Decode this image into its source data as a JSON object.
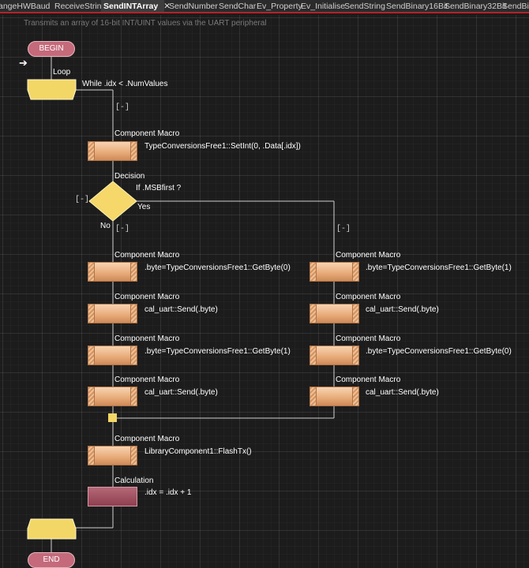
{
  "tabs": [
    {
      "label": "angeHWBaud",
      "active": false
    },
    {
      "label": "ReceiveString",
      "active": false
    },
    {
      "label": "SendINTArray",
      "active": true
    },
    {
      "label": "SendNumber",
      "active": false
    },
    {
      "label": "SendChar",
      "active": false
    },
    {
      "label": "Ev_Property",
      "active": false
    },
    {
      "label": "Ev_Initialise",
      "active": false
    },
    {
      "label": "SendString",
      "active": false
    },
    {
      "label": "SendBinary16Bit",
      "active": false
    },
    {
      "label": "SendBinary32Bit",
      "active": false
    },
    {
      "label": "SendBina",
      "active": false
    }
  ],
  "tab_close_glyph": "✕",
  "description": "Transmits an array of 16-bit INT/UINT values via the UART peripheral",
  "flow": {
    "begin": "BEGIN",
    "end": "END",
    "entry_arrow": "➔",
    "loop": {
      "type": "Loop",
      "condition": "While .idx < .NumValues"
    },
    "collapse_glyph": "[-]",
    "settint": {
      "type": "Component Macro",
      "text": "TypeConversionsFree1::SetInt(0, .Data[.idx])"
    },
    "decision": {
      "type": "Decision",
      "condition": "If .MSBfirst ?",
      "yes": "Yes",
      "no": "No"
    },
    "no_branch": [
      {
        "type": "Component Macro",
        "text": ".byte=TypeConversionsFree1::GetByte(0)"
      },
      {
        "type": "Component Macro",
        "text": "cal_uart::Send(.byte)"
      },
      {
        "type": "Component Macro",
        "text": ".byte=TypeConversionsFree1::GetByte(1)"
      },
      {
        "type": "Component Macro",
        "text": "cal_uart::Send(.byte)"
      }
    ],
    "yes_branch": [
      {
        "type": "Component Macro",
        "text": ".byte=TypeConversionsFree1::GetByte(1)"
      },
      {
        "type": "Component Macro",
        "text": "cal_uart::Send(.byte)"
      },
      {
        "type": "Component Macro",
        "text": ".byte=TypeConversionsFree1::GetByte(0)"
      },
      {
        "type": "Component Macro",
        "text": "cal_uart::Send(.byte)"
      }
    ],
    "flash": {
      "type": "Component Macro",
      "text": "LibraryComponent1::FlashTx()"
    },
    "calc": {
      "type": "Calculation",
      "text": ".idx = .idx + 1"
    }
  },
  "colors": {
    "accent": "#b4232b",
    "wire": "#cfcfcf",
    "loop_yellow": "#f3d766",
    "macro": "#e9ad7c",
    "calc": "#9a4a5a",
    "terminal": "#c46a7b"
  }
}
